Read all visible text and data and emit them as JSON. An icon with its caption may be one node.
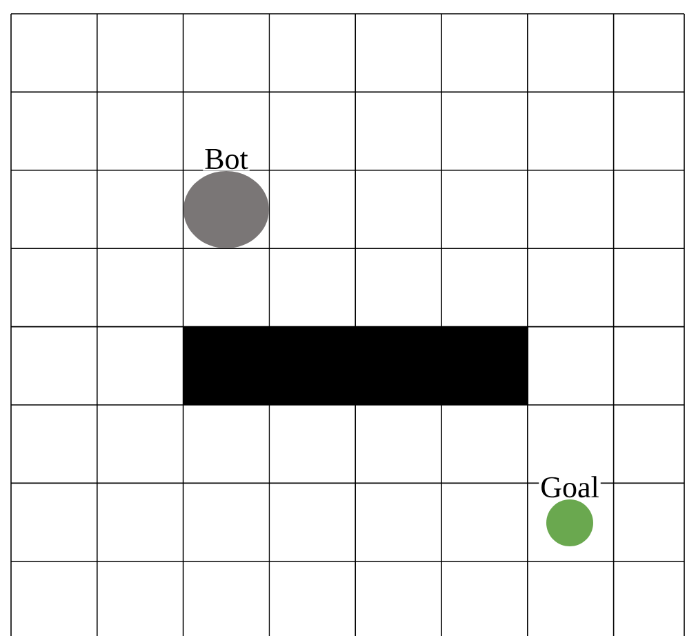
{
  "diagram": {
    "nodes": [
      {
        "text": [
          "Bot"
        ]
      },
      {
        "text": [],
        "shape": "bar"
      },
      {
        "text": [
          "Goal"
        ]
      }
    ]
  }
}
